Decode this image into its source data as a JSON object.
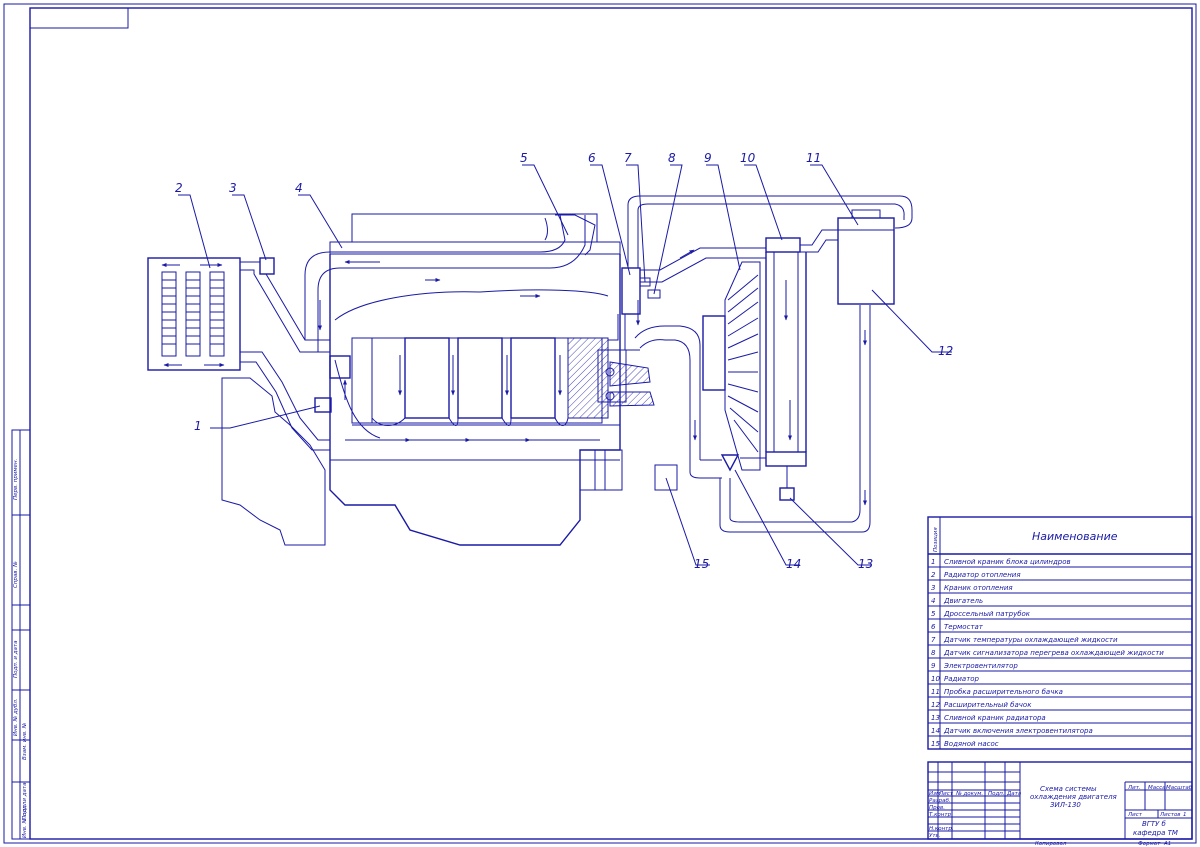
{
  "drawing": {
    "callouts": [
      "1",
      "2",
      "3",
      "4",
      "5",
      "6",
      "7",
      "8",
      "9",
      "10",
      "11",
      "12",
      "13",
      "14",
      "15"
    ]
  },
  "parts_table": {
    "pos_header": "Позиция",
    "name_header": "Наименование",
    "rows": [
      {
        "pos": "1",
        "name": "Сливной краник блока цилиндров"
      },
      {
        "pos": "2",
        "name": "Радиатор отопления"
      },
      {
        "pos": "3",
        "name": "Краник отопления"
      },
      {
        "pos": "4",
        "name": "Двигатель"
      },
      {
        "pos": "5",
        "name": "Дроссельный патрубок"
      },
      {
        "pos": "6",
        "name": "Термостат"
      },
      {
        "pos": "7",
        "name": "Датчик температуры охлаждающей жидкости"
      },
      {
        "pos": "8",
        "name": "Датчик сигнализатора перегрева охлаждающей жидкости"
      },
      {
        "pos": "9",
        "name": "Электровентилятор"
      },
      {
        "pos": "10",
        "name": "Радиатор"
      },
      {
        "pos": "11",
        "name": "Пробка расширительного бачка"
      },
      {
        "pos": "12",
        "name": "Расширительный бачок"
      },
      {
        "pos": "13",
        "name": "Сливной краник радиатора"
      },
      {
        "pos": "14",
        "name": "Датчик включения электровентилятора"
      },
      {
        "pos": "15",
        "name": "Водяной насос"
      }
    ]
  },
  "title_block": {
    "title_line1": "Схема системы",
    "title_line2": "охлаждения двигателя",
    "title_line3": "ЗИЛ-130",
    "col_izm": "Изм",
    "col_list": "Лист",
    "col_doc": "№ докум.",
    "col_sign": "Подп.",
    "col_date": "Дата",
    "razrab": "Разраб.",
    "prov": "Пров.",
    "tkontr": "Т.контр.",
    "nkontr": "Н.контр.",
    "utv": "Утв.",
    "lit": "Лит.",
    "massa": "Масса",
    "masshtab": "Масштаб",
    "list": "Лист",
    "listov": "Листов",
    "listov_value": "1",
    "org_line1": "ВГТУ б",
    "org_line2": "кафедра ТМ",
    "kopiroval": "Копировал",
    "format": "Формат",
    "format_value": "А1"
  },
  "side_stamp": {
    "perv_primen": "Перв. примен.",
    "sprav": "Справ. №",
    "podp_data_1": "Подп. и дата",
    "inv_dubl": "Инв. № дубл.",
    "vzam_inv": "Взам. инв. №",
    "podp_data_2": "Подп. и дата",
    "inv_podl": "Инв. № подл."
  }
}
